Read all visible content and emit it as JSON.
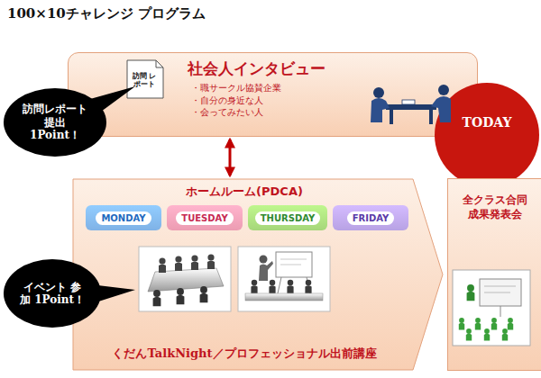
{
  "diagram": {
    "title": "100×10チャレンジ プログラム",
    "nodes": [
      {
        "text": [
          "社会人インタビュー",
          "・職サークル協賛企業",
          "・自分の身近な人",
          "・会ってみたい人"
        ]
      },
      {
        "text": [
          "訪問 レポート"
        ],
        "in": 0
      },
      {
        "text": [
          "訪問レポート 提出 1Point！"
        ]
      },
      {
        "text": [
          "ホームルーム(PDCA)",
          "くだんTalkNight／プロフェッショナル出前講座"
        ]
      },
      {
        "text": [
          "MONDAY"
        ],
        "in": 3
      },
      {
        "text": [
          "TUESDAY"
        ],
        "in": 3
      },
      {
        "text": [
          "THURSDAY"
        ],
        "in": 3
      },
      {
        "text": [
          "FRIDAY"
        ],
        "in": 3
      },
      {
        "text": [
          "イベント 参加 1Point！"
        ]
      },
      {
        "text": [
          "TODAY"
        ]
      },
      {
        "text": [
          "全クラス合同 成果発表会"
        ]
      }
    ],
    "edges": [
      {
        "from": 0,
        "to": 3,
        "arrow": "both"
      }
    ]
  }
}
